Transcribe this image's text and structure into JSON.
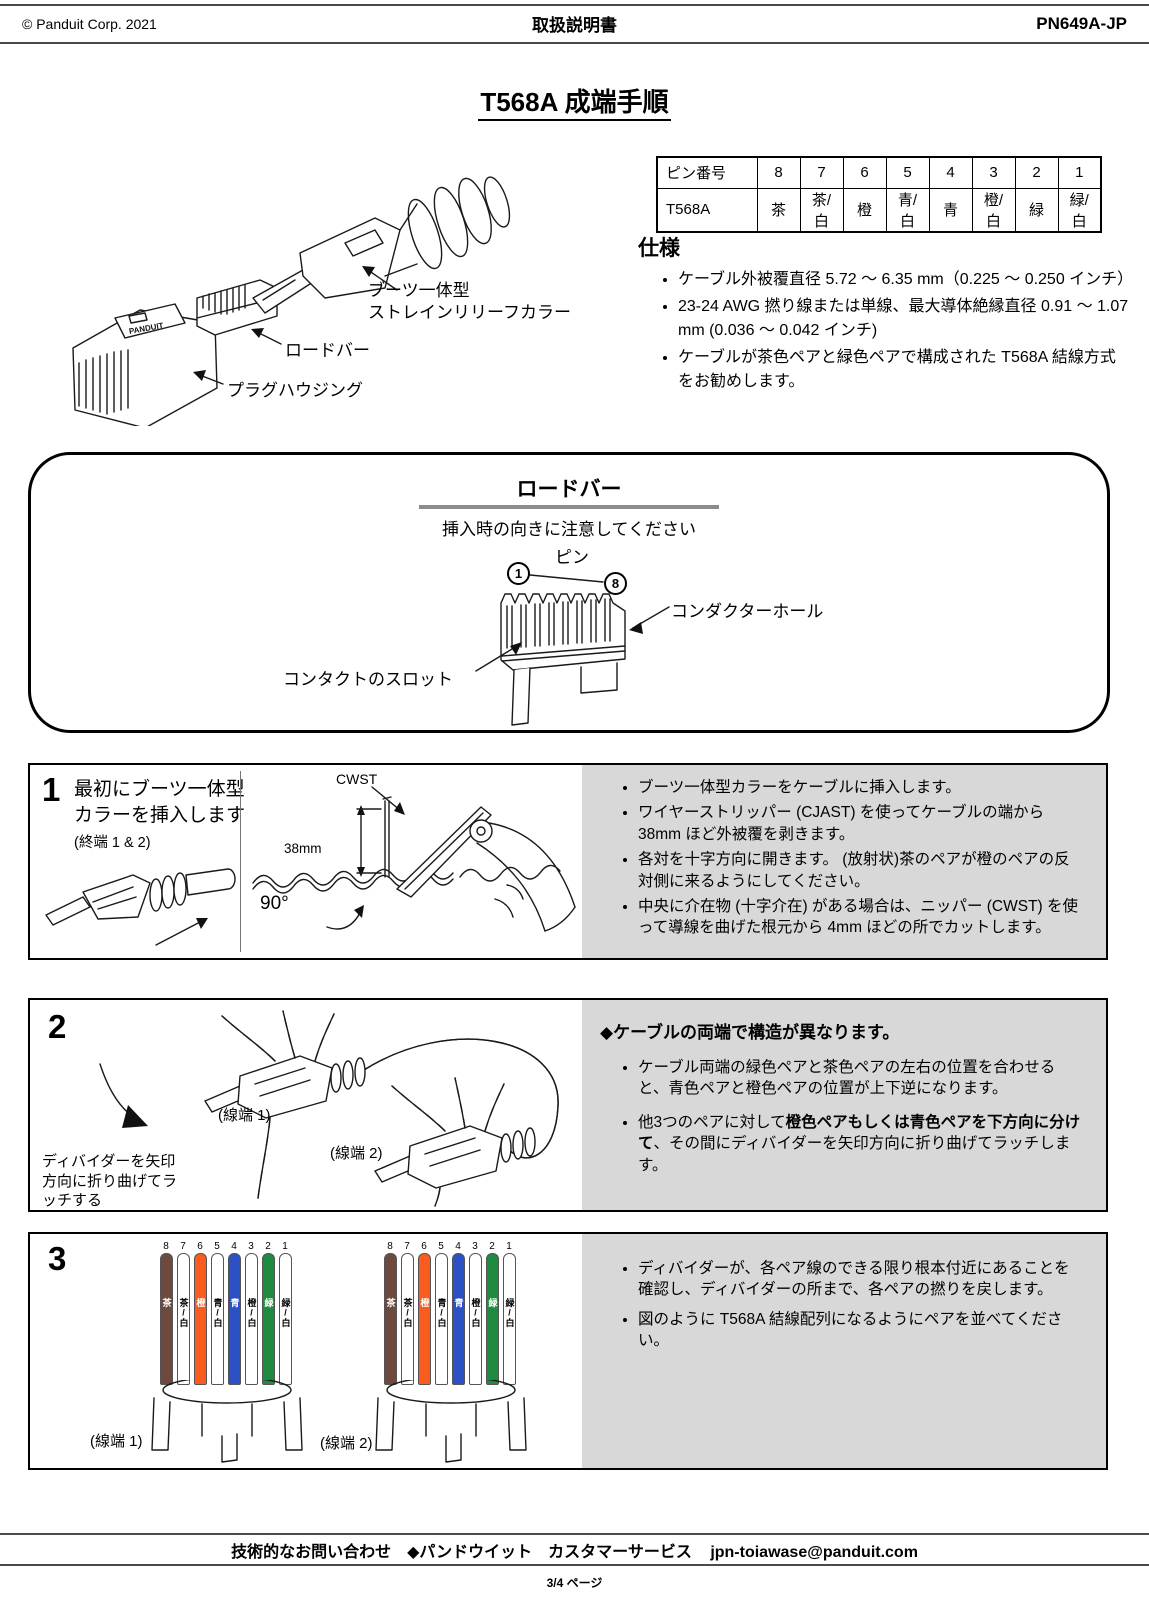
{
  "header": {
    "copyright": "© Panduit Corp. 2021",
    "doc_title": "取扱説明書",
    "doc_number": "PN649A-JP"
  },
  "title": "T568A 成端手順",
  "pin_table": {
    "header_label": "ピン番号",
    "row_label": "T568A",
    "pins": [
      "8",
      "7",
      "6",
      "5",
      "4",
      "3",
      "2",
      "1"
    ],
    "colors": [
      "茶",
      "茶/白",
      "橙",
      "青/白",
      "青",
      "橙/白",
      "緑",
      "緑/白"
    ]
  },
  "connector_diagram": {
    "brand": "PANDUIT",
    "boot_label_line1": "ブーツ一体型",
    "boot_label_line2": "ストレインリリーフカラー",
    "loadbar_label": "ロードバー",
    "plug_label": "プラグハウジング"
  },
  "specs": {
    "heading": "仕様",
    "items": [
      "ケーブル外被覆直径 5.72 ～ 6.35 mm（0.225 ～ 0.250 インチ）",
      "23-24 AWG 撚り線または単線、最大導体絶縁直径 0.91 ～ 1.07 mm (0.036 ～ 0.042 インチ)",
      "ケーブルが茶色ペアと緑色ペアで構成された T568A 結線方式をお勧めします。"
    ]
  },
  "loadbar_box": {
    "title": "ロードバー",
    "subtitle": "挿入時の向きに注意してください",
    "pin_label": "ピン",
    "pin_first": "1",
    "pin_last": "8",
    "conductor_hole_label": "コンダクターホール",
    "contact_slot_label": "コンタクトのスロット"
  },
  "step1": {
    "number": "1",
    "heading": "最初にブーツ一体型カラーを挿入します",
    "note": "(終端 1 & 2)",
    "tool_label": "CWST",
    "strip_label": "38mm",
    "angle_label": "90°",
    "bullets": [
      "ブーツ一体型カラーをケーブルに挿入します。",
      "ワイヤーストリッパー (CJAST) を使ってケーブルの端から 38mm ほど外被覆を剥きます。",
      "各対を十字方向に開きます。 (放射状)茶のペアが橙のペアの反対側に来るようにしてください。",
      "中央に介在物 (十字介在) がある場合は、ニッパー (CWST) を使って導線を曲げた根元から 4mm ほどの所でカットします。"
    ]
  },
  "step2": {
    "number": "2",
    "side_note": "ディバイダーを矢印方向に折り曲げてラッチする",
    "end1_label": "(線端 1)",
    "end2_label": "(線端 2)",
    "heading": "◆ケーブルの両端で構造が異なります。",
    "bullet1": "ケーブル両端の緑色ペアと茶色ペアの左右の位置を合わせると、青色ペアと橙色ペアの位置が上下逆になります。",
    "bullet2_pre": "他3つのペアに対して",
    "bullet2_bold": "橙色ペアもしくは青色ペアを下方向に分けて",
    "bullet2_post": "、その間にディバイダーを矢印方向に折り曲げてラッチします。"
  },
  "step3": {
    "number": "3",
    "end1_label": "(線端 1)",
    "end2_label": "(線端 2)",
    "wires": [
      {
        "num": "8",
        "label": "茶",
        "color": "#6e4a3e",
        "text_color": "#ffffff"
      },
      {
        "num": "7",
        "label": "茶/白",
        "color": "#ffffff",
        "text_color": "#000000"
      },
      {
        "num": "6",
        "label": "橙",
        "color": "#f85c1e",
        "text_color": "#ffffff"
      },
      {
        "num": "5",
        "label": "青/白",
        "color": "#ffffff",
        "text_color": "#000000"
      },
      {
        "num": "4",
        "label": "青",
        "color": "#2b51c4",
        "text_color": "#ffffff"
      },
      {
        "num": "3",
        "label": "橙/白",
        "color": "#ffffff",
        "text_color": "#000000"
      },
      {
        "num": "2",
        "label": "緑",
        "color": "#1f8b41",
        "text_color": "#ffffff"
      },
      {
        "num": "1",
        "label": "緑/白",
        "color": "#ffffff",
        "text_color": "#000000"
      }
    ],
    "bullets": [
      "ディバイダーが、各ペア線のできる限り根本付近にあることを確認し、ディバイダーの所まで、各ペアの撚りを戻します。",
      "図のように T568A 結線配列になるようにペアを並べてください。"
    ]
  },
  "footer": {
    "contact": "技術的なお問い合わせ　◆パンドウイット　カスタマーサービス",
    "email": "jpn-toiawase@panduit.com",
    "page": "3/4 ページ"
  },
  "colors": {
    "step_box_gray": "#d8d8d8",
    "pair_orange": "#f85c1e",
    "pair_green": "#1f8b41",
    "pair_blue": "#2b51c4",
    "pair_brown": "#6e4a3e",
    "pair_white": "#c9c9c9"
  }
}
